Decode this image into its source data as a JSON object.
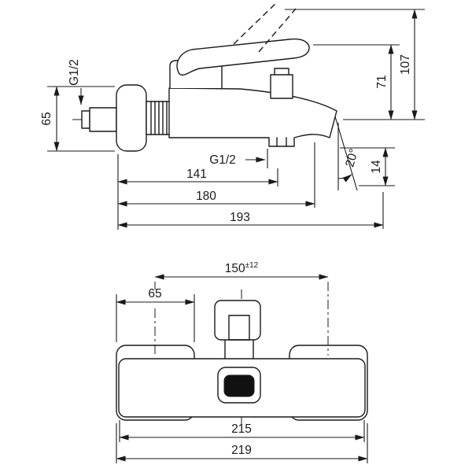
{
  "colors": {
    "background": "#ffffff",
    "line": "#1a1a1a",
    "dark_fill": "#111111"
  },
  "side_view": {
    "labels": {
      "g12_inlet": "G1/2",
      "d65": "65",
      "g12_spout": "G1/2",
      "d141": "141",
      "d180": "180",
      "d193": "193",
      "d71": "71",
      "d107": "107",
      "d14": "14",
      "angle": "20°"
    }
  },
  "front_view": {
    "labels": {
      "d150": "150",
      "d150_tol": "±12",
      "d65": "65",
      "d215": "215",
      "d219": "219"
    }
  }
}
